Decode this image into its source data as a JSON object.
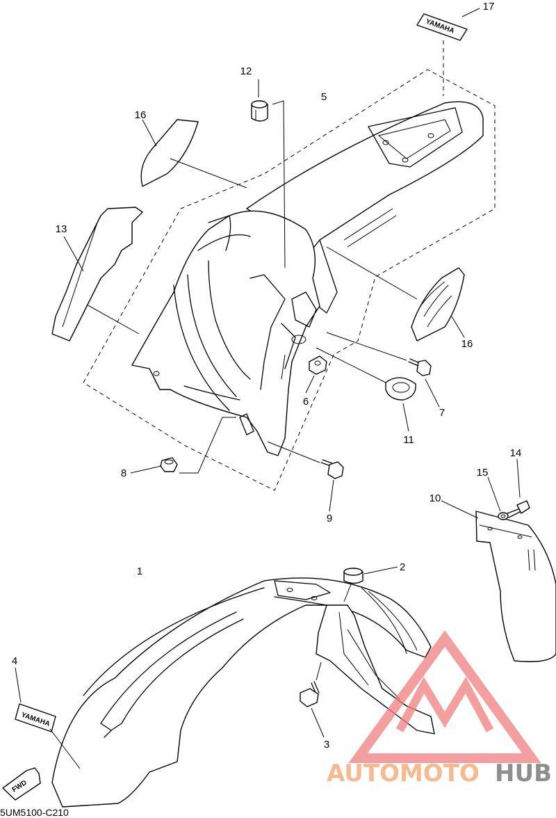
{
  "diagram_code": "5UM5100-C210",
  "callouts": [
    "1",
    "2",
    "3",
    "4",
    "5",
    "6",
    "7",
    "8",
    "9",
    "10",
    "11",
    "12",
    "13",
    "14",
    "15",
    "16",
    "16",
    "17"
  ],
  "decals": {
    "brand": "YAMAHA",
    "fwd": "FWD"
  },
  "watermark": {
    "part1": "AUTOMOTO",
    "part2": "HUB",
    "color1": "#f7b98e",
    "color2": "#8e8e8e",
    "logo_color": "#f08080"
  }
}
